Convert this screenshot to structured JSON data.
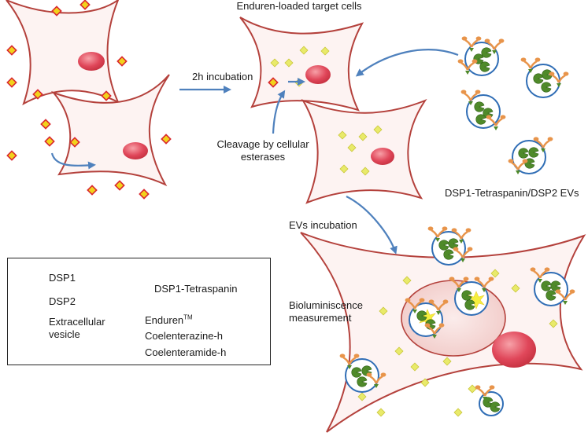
{
  "labels": {
    "enduren_cells": "Enduren-loaded  target cells",
    "incubation_2h": "2h incubation",
    "cleavage_line1": "Cleavage by cellular",
    "cleavage_line2": "esterases",
    "evs_incubation": "EVs incubation",
    "dsp_evs": "DSP1-Tetraspanin/DSP2 EVs",
    "bioluminescence_line1": "Bioluminiscence",
    "bioluminescence_line2": "measurement"
  },
  "legend": {
    "dsp1": "DSP1",
    "dsp2": "DSP2",
    "ev_line1": "Extracellular",
    "ev_line2": "vesicle",
    "dsp1_tetraspanin": "DSP1-Tetraspanin",
    "enduren": "Enduren",
    "enduren_sup": "TM",
    "coelenterazine": "Coelenterazine-h",
    "coelenteramide": "Coelenteramide-h"
  },
  "colors": {
    "cell_outline": "#b4413c",
    "cell_fill": "#fdf3f2",
    "nucleus": "#e0475a",
    "arrow": "#4f81bd",
    "vesicle": "#2f6db5",
    "dsp_green": "#4f8a2a",
    "tetraspanin": "#e8944a",
    "enduren_fill": "#f2d21b",
    "enduren_border": "#d9262e",
    "coelenterazine": "#e9ea6a",
    "coelenteramide": "#f4ee2a"
  }
}
